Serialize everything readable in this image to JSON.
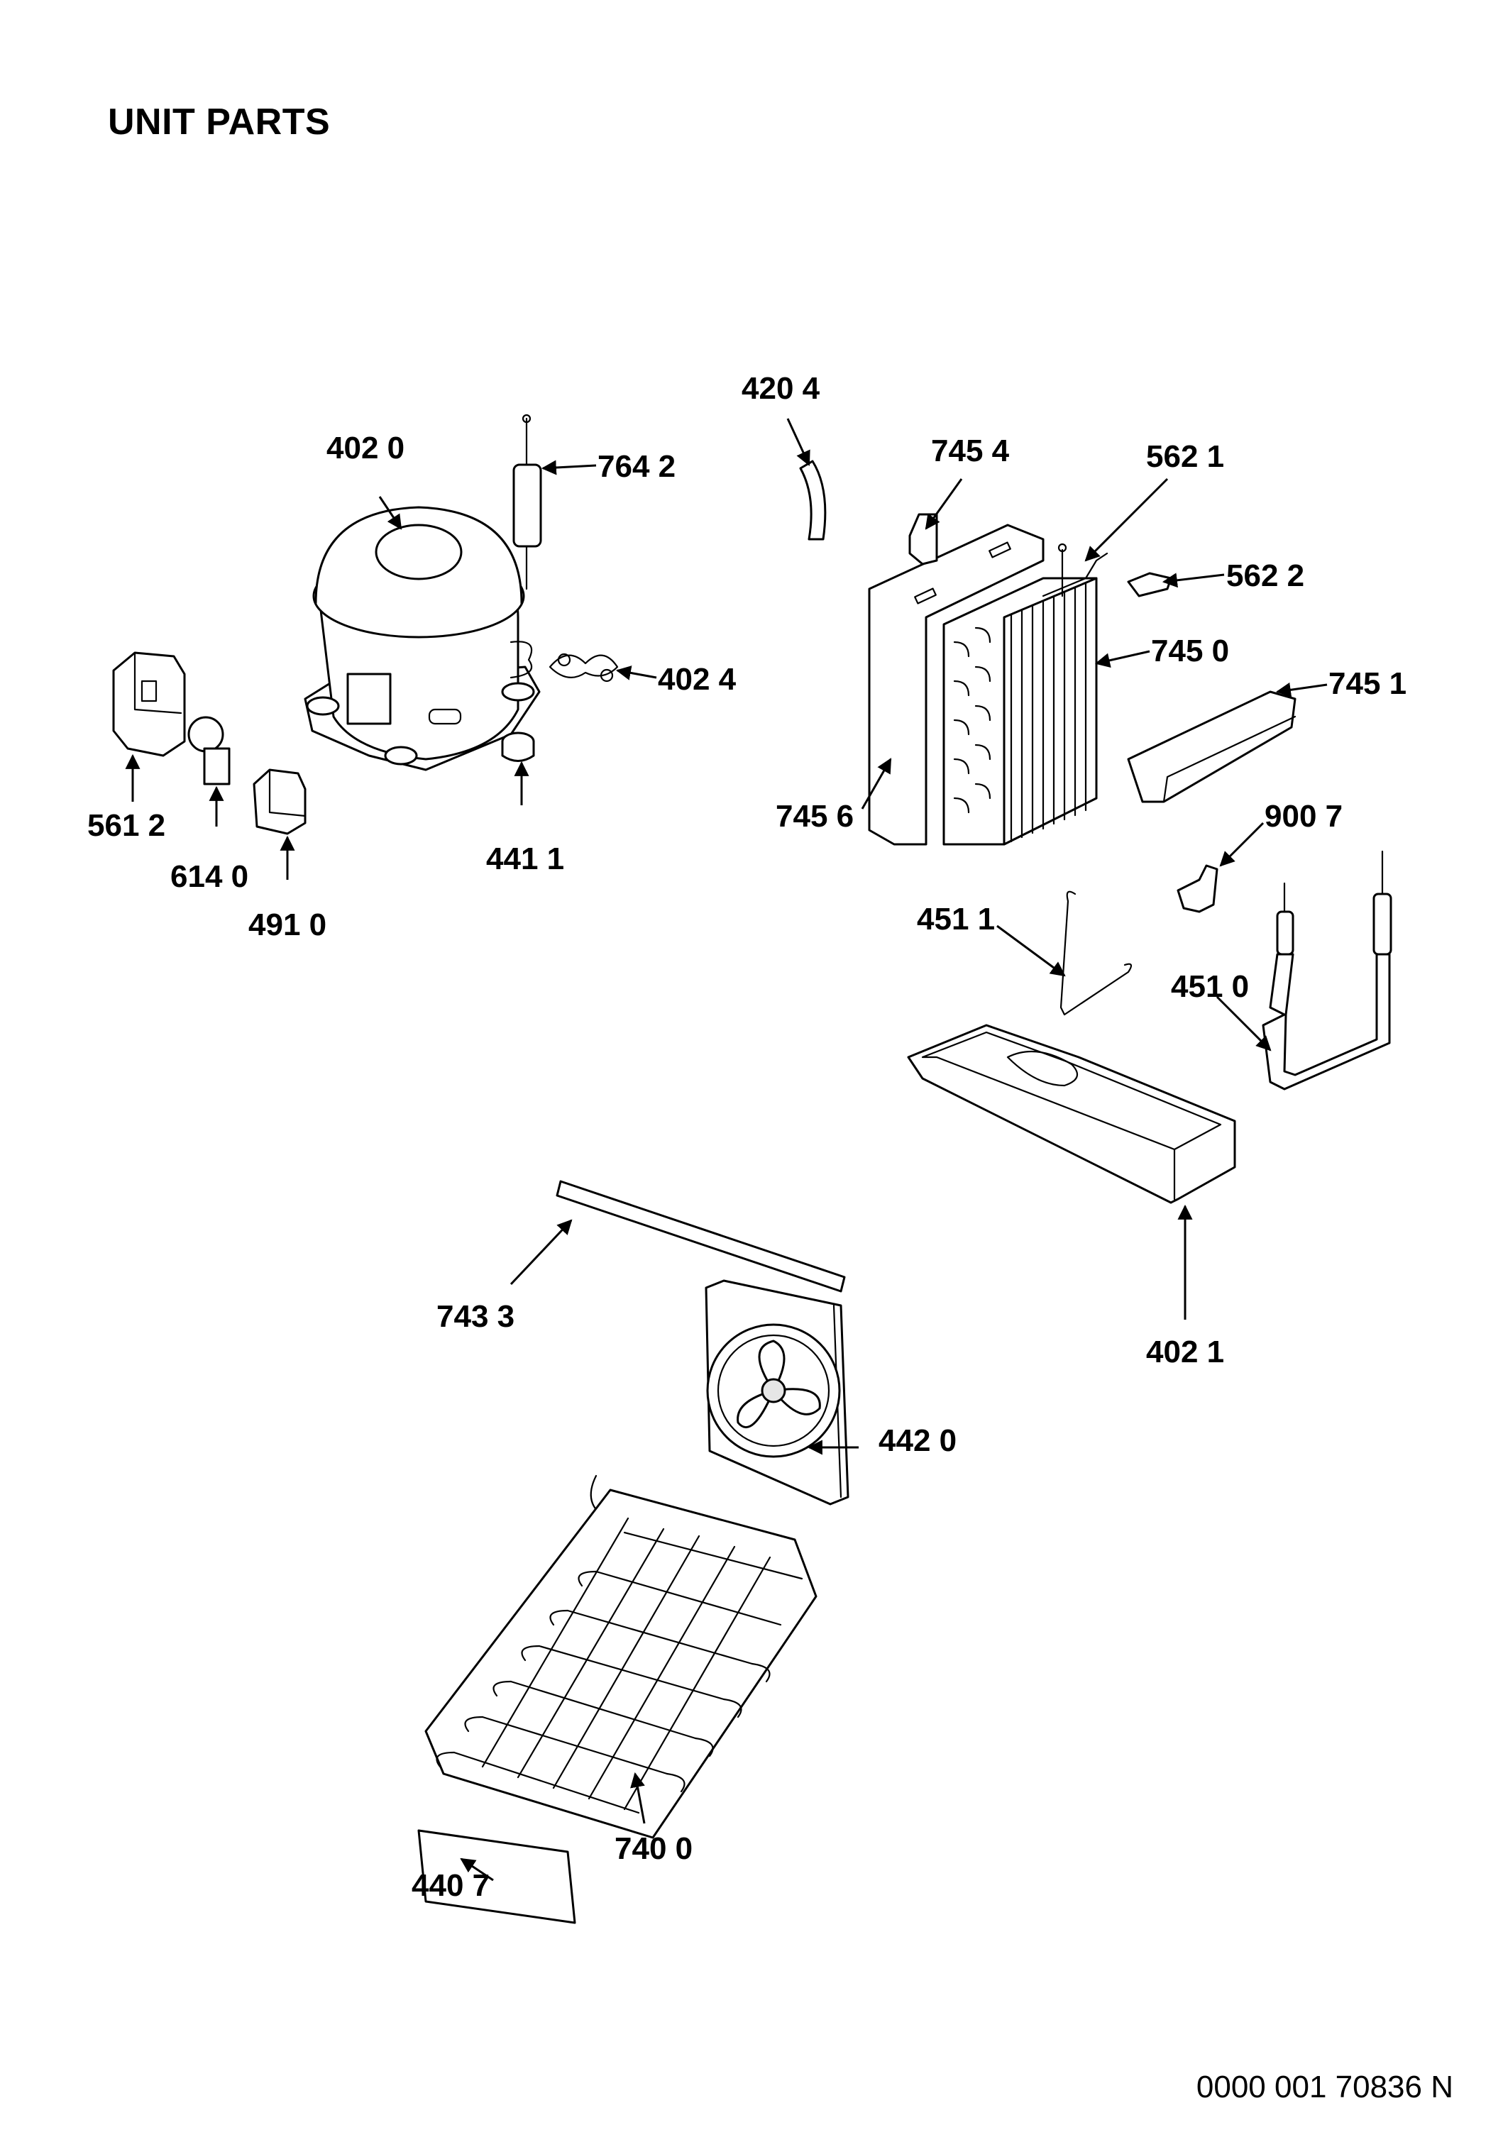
{
  "title": "UNIT PARTS",
  "document_number": "0000 001 70836 N",
  "parts": [
    {
      "id": "compressor",
      "label": "402 0"
    },
    {
      "id": "drier-filter",
      "label": "764 2"
    },
    {
      "id": "compressor-clip",
      "label": "402 4"
    },
    {
      "id": "rubber-grommet",
      "label": "441 1"
    },
    {
      "id": "starter-relay",
      "label": "561 2"
    },
    {
      "id": "protector",
      "label": "614 0"
    },
    {
      "id": "relay-cover",
      "label": "491 0"
    },
    {
      "id": "hose",
      "label": "420 4"
    },
    {
      "id": "cover-clip",
      "label": "745 4"
    },
    {
      "id": "evaporator-connection",
      "label": "562 1"
    },
    {
      "id": "connector",
      "label": "562 2"
    },
    {
      "id": "evaporator",
      "label": "745 0"
    },
    {
      "id": "evaporator-cover",
      "label": "745 1"
    },
    {
      "id": "evaporator-shield",
      "label": "745 6"
    },
    {
      "id": "bracket-clip",
      "label": "900 7"
    },
    {
      "id": "wire-hanger",
      "label": "451 1"
    },
    {
      "id": "heater-tube",
      "label": "451 0"
    },
    {
      "id": "drip-tray",
      "label": "402 1"
    },
    {
      "id": "seal-strip",
      "label": "743 3"
    },
    {
      "id": "fan-motor",
      "label": "442 0"
    },
    {
      "id": "condenser",
      "label": "740 0"
    },
    {
      "id": "condenser-cover",
      "label": "440 7"
    }
  ]
}
